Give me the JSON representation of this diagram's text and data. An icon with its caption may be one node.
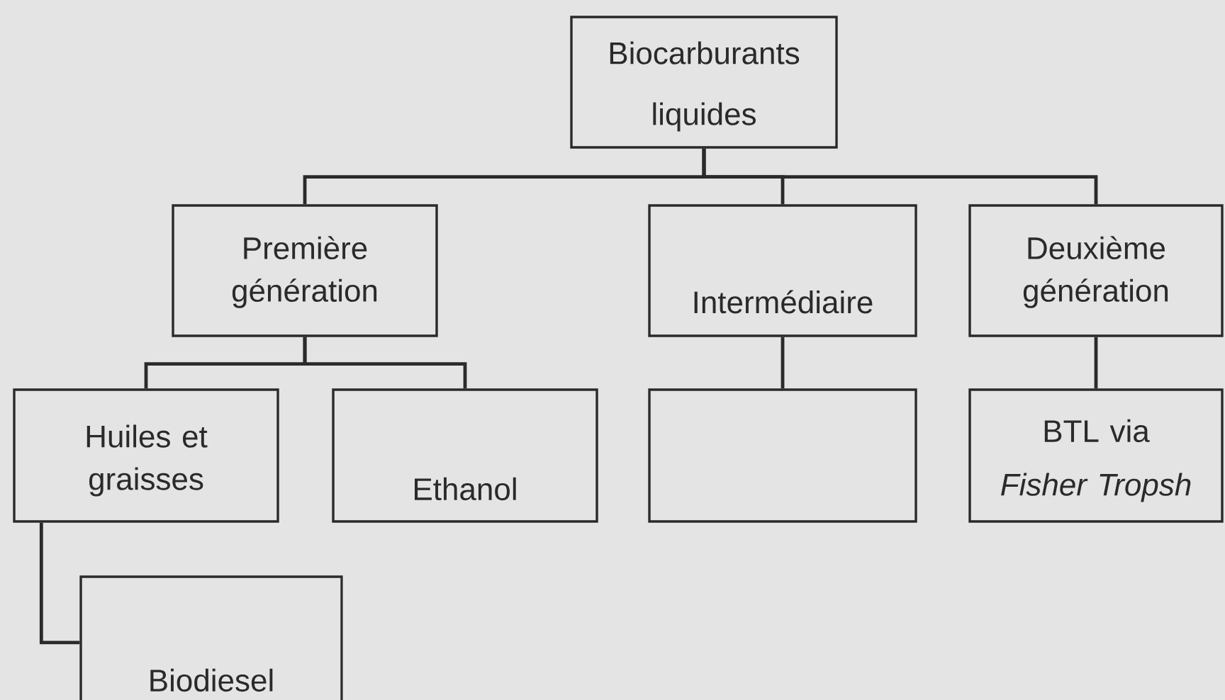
{
  "diagram": {
    "nodes": [
      {
        "text": [
          "Biocarburants liquides"
        ]
      },
      {
        "text": [
          "Première génération"
        ]
      },
      {
        "text": [
          "Intermédiaire"
        ]
      },
      {
        "text": [
          "Deuxième génération"
        ]
      },
      {
        "text": [
          "Huiles et graisses"
        ]
      },
      {
        "text": [
          "Ethanol"
        ]
      },
      {
        "text": [],
        "shape": "box"
      },
      {
        "text": [
          "BTL via",
          "Fisher Tropsh"
        ]
      },
      {
        "text": [
          "Biodiesel"
        ]
      }
    ],
    "edges": [
      {
        "from": 0,
        "to": 1,
        "arrow": "none"
      },
      {
        "from": 0,
        "to": 2,
        "arrow": "none"
      },
      {
        "from": 0,
        "to": 3,
        "arrow": "none"
      },
      {
        "from": 1,
        "to": 4,
        "arrow": "none"
      },
      {
        "from": 1,
        "to": 5,
        "arrow": "none"
      },
      {
        "from": 2,
        "to": 6,
        "arrow": "none"
      },
      {
        "from": 3,
        "to": 7,
        "arrow": "none"
      },
      {
        "from": 4,
        "to": 8,
        "arrow": "none"
      }
    ]
  }
}
